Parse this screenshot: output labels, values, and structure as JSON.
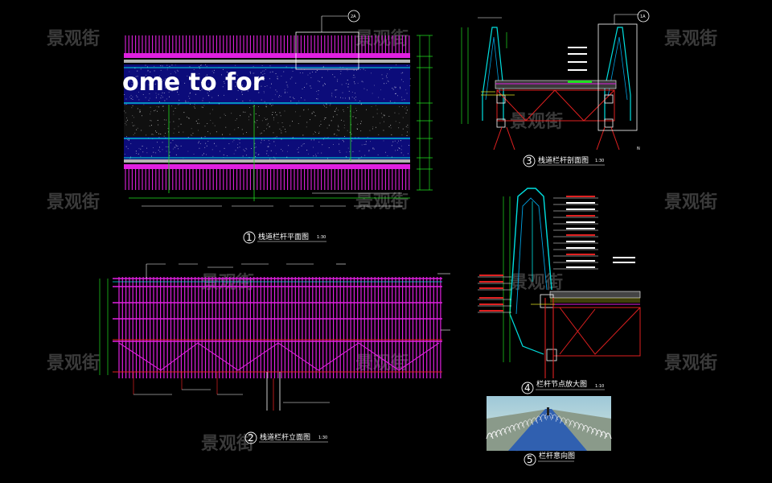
{
  "watermark": "景观街",
  "plan_banner_text": "ome to for",
  "views": [
    {
      "num": "1",
      "title": "栈道栏杆平面图",
      "scale": "1:30"
    },
    {
      "num": "2",
      "title": "栈道栏杆立面图",
      "scale": "1:30"
    },
    {
      "num": "3",
      "title": "栈道栏杆剖面图",
      "scale": "1:30"
    },
    {
      "num": "4",
      "title": "栏杆节点放大图",
      "scale": "1:10"
    },
    {
      "num": "5",
      "title": "栏杆意向图",
      "scale": ""
    }
  ],
  "callouts": [
    "2A",
    "1A",
    "N"
  ],
  "colors": {
    "background": "#000000",
    "rail_magenta": "#e020e0",
    "deck_blue": "#1010a0",
    "cyan": "#00e0e0",
    "green": "#20e020",
    "red": "#e02020",
    "white": "#ffffff"
  }
}
